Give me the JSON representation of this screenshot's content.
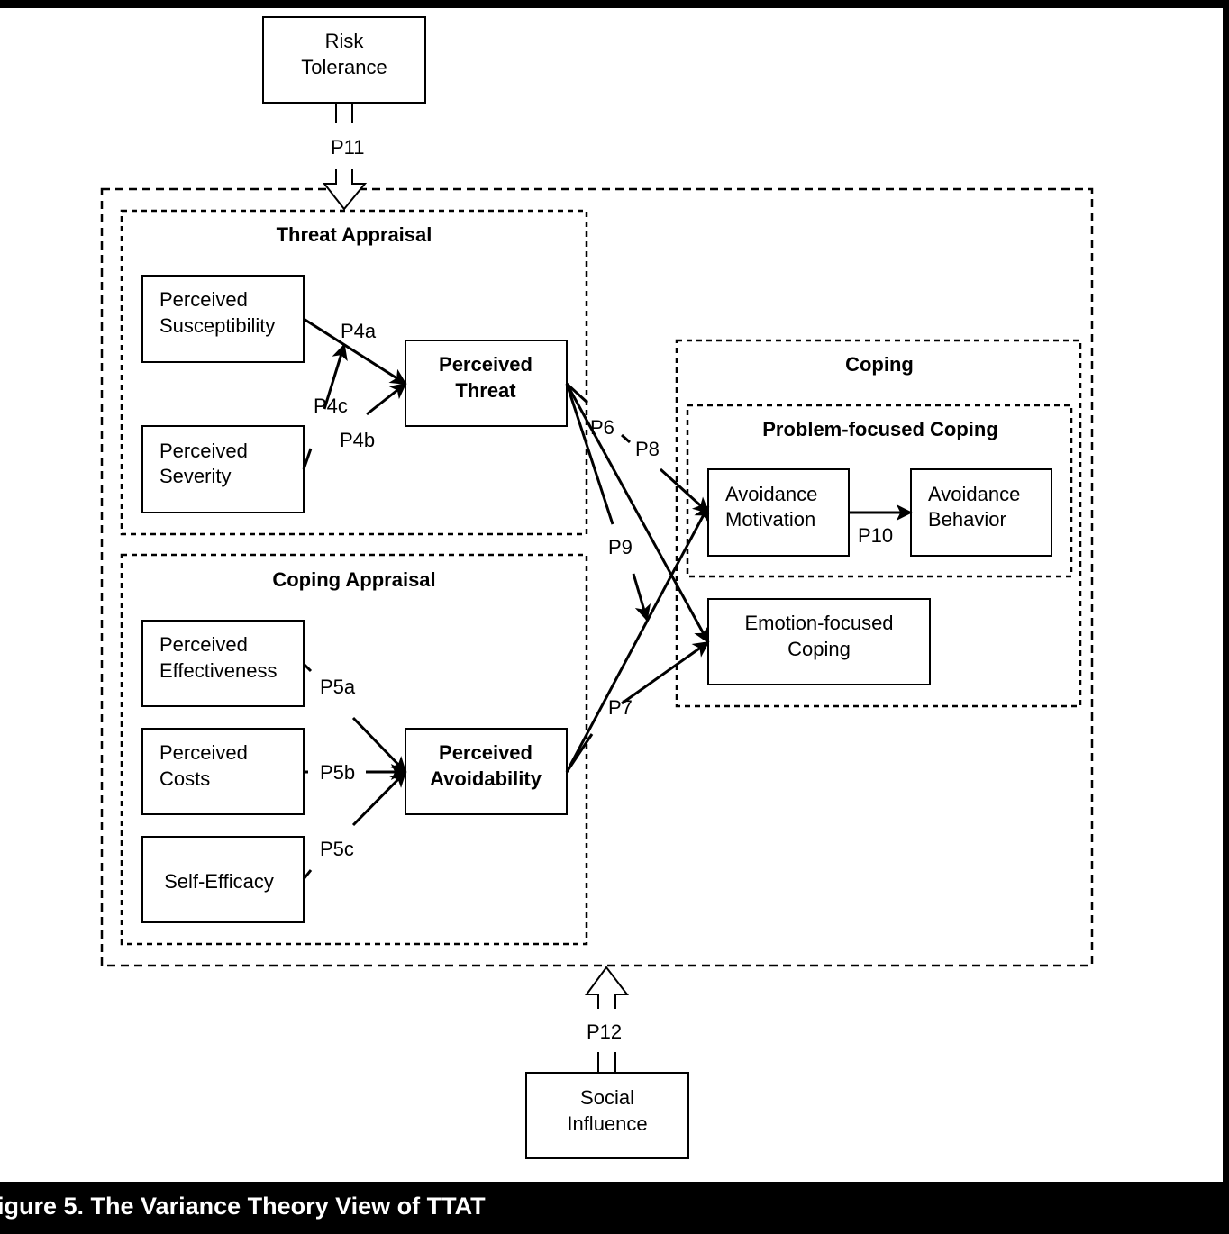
{
  "boxes": {
    "risk_tolerance": [
      "Risk",
      "Tolerance"
    ],
    "social_influence": [
      "Social",
      "Influence"
    ],
    "perceived_susceptibility": [
      "Perceived",
      "Susceptibility"
    ],
    "perceived_severity": [
      "Perceived",
      "Severity"
    ],
    "perceived_threat": [
      "Perceived",
      "Threat"
    ],
    "perceived_effectiveness": [
      "Perceived",
      "Effectiveness"
    ],
    "perceived_costs": [
      "Perceived",
      "Costs"
    ],
    "self_efficacy": [
      "Self-Efficacy"
    ],
    "perceived_avoidability": [
      "Perceived",
      "Avoidability"
    ],
    "avoidance_motivation": [
      "Avoidance",
      "Motivation"
    ],
    "avoidance_behavior": [
      "Avoidance",
      "Behavior"
    ],
    "emotion_focused_coping": [
      "Emotion-focused",
      "Coping"
    ]
  },
  "groups": {
    "threat_appraisal": "Threat Appraisal",
    "coping_appraisal": "Coping Appraisal",
    "coping": "Coping",
    "problem_focused_coping": "Problem-focused Coping"
  },
  "paths": {
    "p4a": "P4a",
    "p4b": "P4b",
    "p4c": "P4c",
    "p5a": "P5a",
    "p5b": "P5b",
    "p5c": "P5c",
    "p6": "P6",
    "p7": "P7",
    "p8": "P8",
    "p9": "P9",
    "p10": "P10",
    "p11": "P11",
    "p12": "P12"
  },
  "caption": "igure 5.  The Variance Theory View of TTAT"
}
